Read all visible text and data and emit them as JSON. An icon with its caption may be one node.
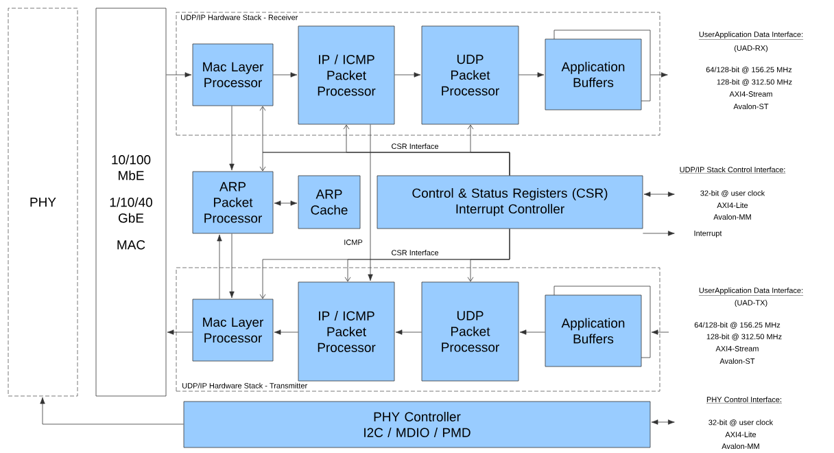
{
  "diagram": {
    "nodes": [
      {
        "text": [
          "PHY"
        ]
      },
      {
        "text": [
          "10/100 MbE",
          "1/10/40 GbE",
          "MAC"
        ]
      },
      {
        "text": [
          "UDP/IP Hardware Stack - Receiver"
        ]
      },
      {
        "text": [
          "Mac Layer Processor"
        ],
        "in": 2
      },
      {
        "text": [
          "IP / ICMP Packet Processor"
        ],
        "in": 2
      },
      {
        "text": [
          "UDP Packet Processor"
        ],
        "in": 2
      },
      {
        "text": [
          "Application Buffers"
        ],
        "in": 2
      },
      {
        "text": [
          "ARP Packet Processor"
        ]
      },
      {
        "text": [
          "ARP Cache"
        ]
      },
      {
        "text": [
          "Control & Status Registers (CSR)",
          "Interrupt Controller"
        ]
      },
      {
        "text": [
          "UDP/IP Hardware Stack - Transmitter"
        ]
      },
      {
        "text": [
          "Mac Layer Processor"
        ],
        "in": 10
      },
      {
        "text": [
          "IP / ICMP Packet Processor"
        ],
        "in": 10
      },
      {
        "text": [
          "UDP Packet Processor"
        ],
        "in": 10
      },
      {
        "text": [
          "Application Buffers"
        ],
        "in": 10
      },
      {
        "text": [
          "PHY Controller",
          "I2C / MDIO / PMD"
        ]
      }
    ],
    "edges": [
      {
        "from": 1,
        "to": 3,
        "arrow": "to"
      },
      {
        "from": 3,
        "to": 4,
        "arrow": "to"
      },
      {
        "from": 4,
        "to": 5,
        "arrow": "to"
      },
      {
        "from": 5,
        "to": 6,
        "arrow": "to"
      },
      {
        "from": 6,
        "to": null,
        "arrow": "to"
      },
      {
        "from": null,
        "to": 14,
        "arrow": "to"
      },
      {
        "from": 14,
        "to": 13,
        "arrow": "to"
      },
      {
        "from": 13,
        "to": 12,
        "arrow": "to"
      },
      {
        "from": 12,
        "to": 11,
        "arrow": "to"
      },
      {
        "from": 11,
        "to": 1,
        "arrow": "to"
      },
      {
        "from": 3,
        "to": 7,
        "arrow": "to"
      },
      {
        "from": 7,
        "to": 8,
        "arrow": "both"
      },
      {
        "from": 7,
        "to": 11,
        "arrow": "to"
      },
      {
        "from": 11,
        "to": 7,
        "arrow": "to"
      },
      {
        "from": 4,
        "to": 12,
        "arrow": "to",
        "label": "ICMP"
      },
      {
        "from": 9,
        "to": 4,
        "arrow": "to",
        "label": "CSR Interface"
      },
      {
        "from": 9,
        "to": 5,
        "arrow": "to"
      },
      {
        "from": 9,
        "to": 3,
        "arrow": "to"
      },
      {
        "from": 9,
        "to": 7,
        "arrow": "to"
      },
      {
        "from": 9,
        "to": 12,
        "arrow": "to",
        "label": "CSR Interface"
      },
      {
        "from": 9,
        "to": 13,
        "arrow": "to"
      },
      {
        "from": 9,
        "to": 11,
        "arrow": "to"
      },
      {
        "from": 9,
        "to": null,
        "arrow": "both"
      },
      {
        "from": 9,
        "to": null,
        "arrow": "to"
      },
      {
        "from": 15,
        "to": 0,
        "arrow": "to"
      },
      {
        "from": 15,
        "to": null,
        "arrow": "both"
      }
    ],
    "labels": [
      "UserApplication Data Interface:",
      "(UAD-RX)",
      "64/128-bit @ 156.25 MHz",
      "128-bit @ 312.50 MHz",
      "AXI4-Stream",
      "Avalon-ST",
      "UDP/IP Stack Control Interface:",
      "32-bit @ user clock",
      "AXI4-Lite",
      "Avalon-MM",
      "Interrupt",
      "UserApplication Data Interface:",
      "(UAD-TX)",
      "64/128-bit @ 156.25 MHz",
      "128-bit @ 312.50 MHz",
      "AXI4-Stream",
      "Avalon-ST",
      "PHY Control Interface:",
      "32-bit @ user clock",
      "AXI4-Lite",
      "Avalon-MM"
    ]
  }
}
